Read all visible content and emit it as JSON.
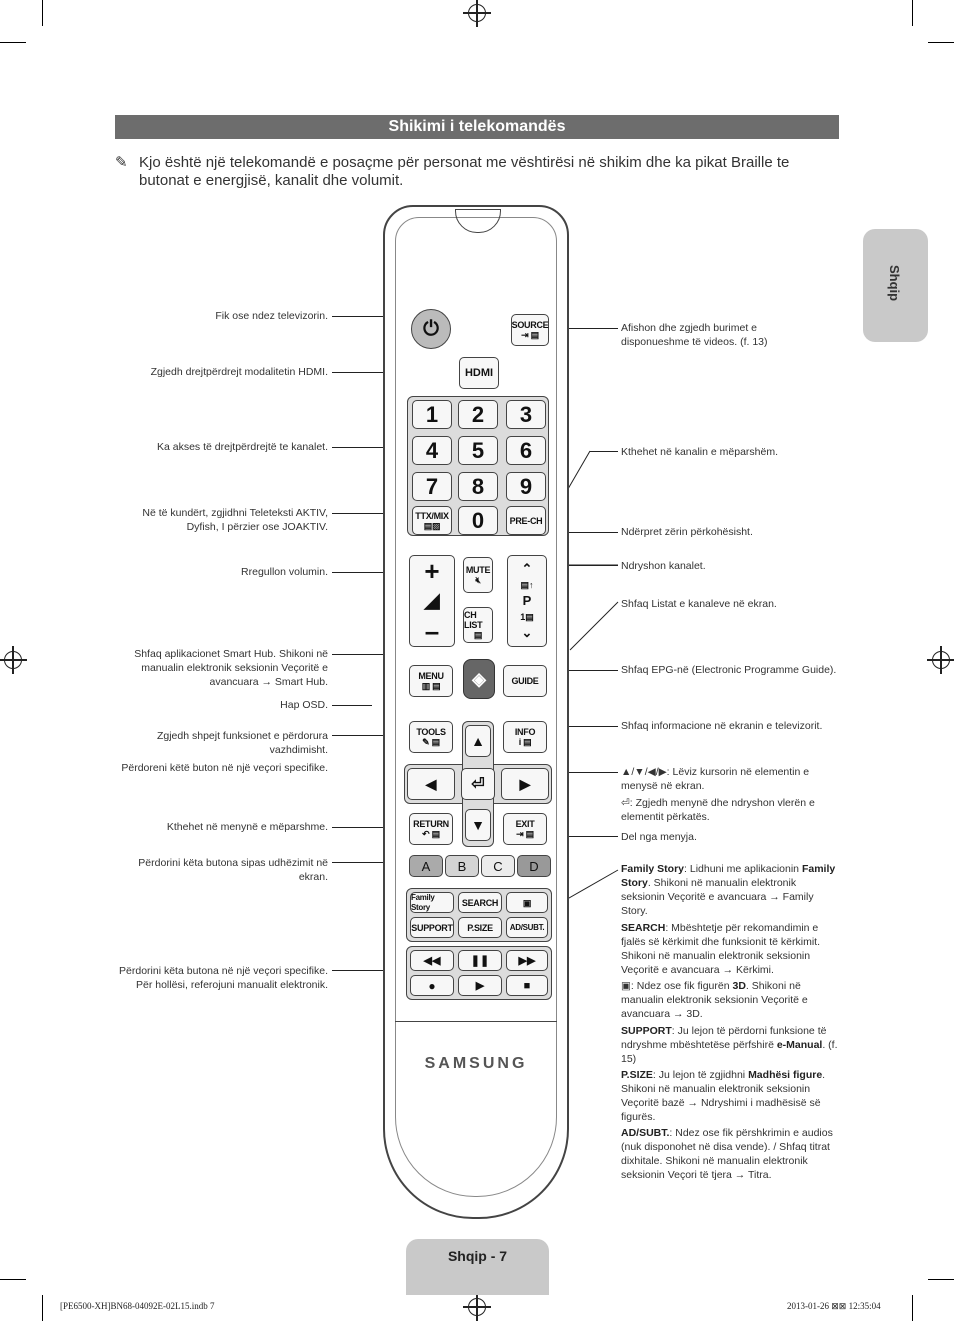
{
  "page_title": "Shikimi i telekomandës",
  "note": "Kjo është një telekomandë e posaçme për personat me vështirësi në shikim dhe ka pikat Braille te butonat e energjisë, kanalit dhe volumit.",
  "language_tab": "Shqip",
  "footer_page": "Shqip - 7",
  "print_left": "[PE6500-XH]BN68-04092E-02L15.indb   7",
  "print_right": "2013-01-26   ⊠⊠ 12:35:04",
  "left_labels": {
    "power": "Fik ose ndez televizorin.",
    "hdmi": "Zgjedh drejtpërdrejt modalitetin HDMI.",
    "channels": "Ka akses të drejtpërdrejtë te kanalet.",
    "ttx": "Në të kundërt, zgjidhni Teleteksti AKTIV, Dyfish, I përzier ose JOAKTIV.",
    "volume": "Rregullon volumin.",
    "smarthub": "Shfaq aplikacionet Smart Hub. Shikoni në manualin elektronik seksionin Veçoritë e avancuara → Smart Hub.",
    "osd": "Hap OSD.",
    "tools1": "Zgjedh shpejt funksionet e përdorura vazhdimisht.",
    "tools2": "Përdoreni këtë buton në një veçori specifike.",
    "return": "Kthehet në menynë e mëparshme.",
    "abcd": "Përdorini këta butona sipas udhëzimit në ekran.",
    "media": "Përdorini këta butona në një veçori specifike. Për hollësi, referojuni manualit elektronik."
  },
  "right_labels": {
    "source": "Afishon dhe zgjedh burimet e disponueshme të videos. (f. 13)",
    "prech": "Kthehet në kanalin e mëparshëm.",
    "mute": "Ndërpret zërin përkohësisht.",
    "channel": "Ndryshon kanalet.",
    "chlist": "Shfaq Listat e kanaleve në ekran.",
    "guide": "Shfaq EPG-në (Electronic Programme Guide).",
    "info": "Shfaq informacione në ekranin e televizorit.",
    "arrows": "▲/▼/◀/▶: Lëviz kursorin në elementin e menysë në ekran.",
    "enter": "⏎: Zgjedh menynë dhe ndryshon vlerën e elementit përkatës.",
    "exit": "Del nga menyja.",
    "fs_key": "Family Story",
    "fs_text": ": Lidhuni me aplikacionin",
    "fs_bold": "Family Story",
    "fs_text2": ". Shikoni në manualin elektronik seksionin Veçoritë e avancuara → Family Story.",
    "search_key": "SEARCH",
    "search_text": ": Mbështetje për rekomandimin e fjalës së kërkimit dhe funksionit të kërkimit. Shikoni në manualin elektronik seksionin Veçoritë e avancuara → Kërkimi.",
    "d3_text_a": ": Ndez ose fik figurën ",
    "d3_bold": "3D",
    "d3_text_b": ". Shikoni në manualin elektronik seksionin Veçoritë e avancuara → 3D.",
    "support_key": "SUPPORT",
    "support_text": ": Ju lejon të përdorni funksione të ndryshme mbështetëse përfshirë ",
    "support_bold": "e-Manual",
    "support_tail": ". (f. 15)",
    "psize_key": "P.SIZE",
    "psize_text": ": Ju lejon të zgjidhni ",
    "psize_bold": "Madhësi figure",
    "psize_tail": ". Shikoni në manualin elektronik seksionin Veçoritë bazë → Ndryshimi i madhësisë së figurës.",
    "adsubt_key": "AD/SUBT.",
    "adsubt_text": ": Ndez ose fik përshkrimin e audios (nuk disponohet në disa vende). / Shfaq titrat dixhitale. Shikoni në manualin elektronik seksionin Veçori të tjera → Titra."
  },
  "remote": {
    "source": "SOURCE",
    "hdmi": "HDMI",
    "digits": [
      "1",
      "2",
      "3",
      "4",
      "5",
      "6",
      "7",
      "8",
      "9"
    ],
    "zero": "0",
    "ttx": "TTX/MIX",
    "prech": "PRE-CH",
    "mute": "MUTE",
    "chlist": "CH LIST",
    "p": "P",
    "menu": "MENU",
    "guide": "GUIDE",
    "tools": "TOOLS",
    "info": "INFO",
    "return": "RETURN",
    "exit": "EXIT",
    "a": "A",
    "b": "B",
    "c": "C",
    "d": "D",
    "family_story": "Family Story",
    "search": "SEARCH",
    "support": "SUPPORT",
    "psize": "P.SIZE",
    "adsubt": "AD/SUBT.",
    "brand": "SAMSUNG"
  }
}
